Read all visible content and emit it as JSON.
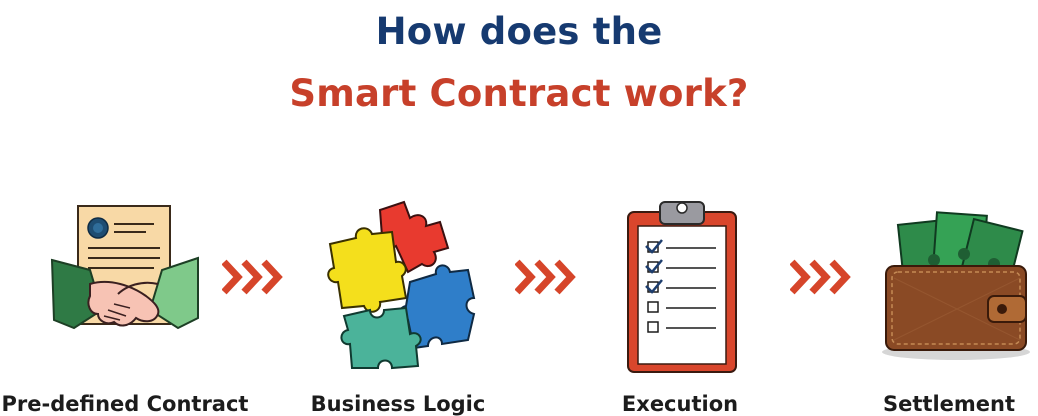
{
  "title": {
    "line1": "How does the",
    "line2": "Smart Contract work?"
  },
  "steps": [
    {
      "label": "Pre-defined Contract",
      "icon": "handshake-contract-icon"
    },
    {
      "label": "Business Logic",
      "icon": "puzzle-icon"
    },
    {
      "label": "Execution",
      "icon": "clipboard-checklist-icon"
    },
    {
      "label": "Settlement",
      "icon": "wallet-icon"
    }
  ],
  "colors": {
    "title_primary": "#163a70",
    "title_accent": "#c7402a",
    "arrow": "#d6452a"
  }
}
